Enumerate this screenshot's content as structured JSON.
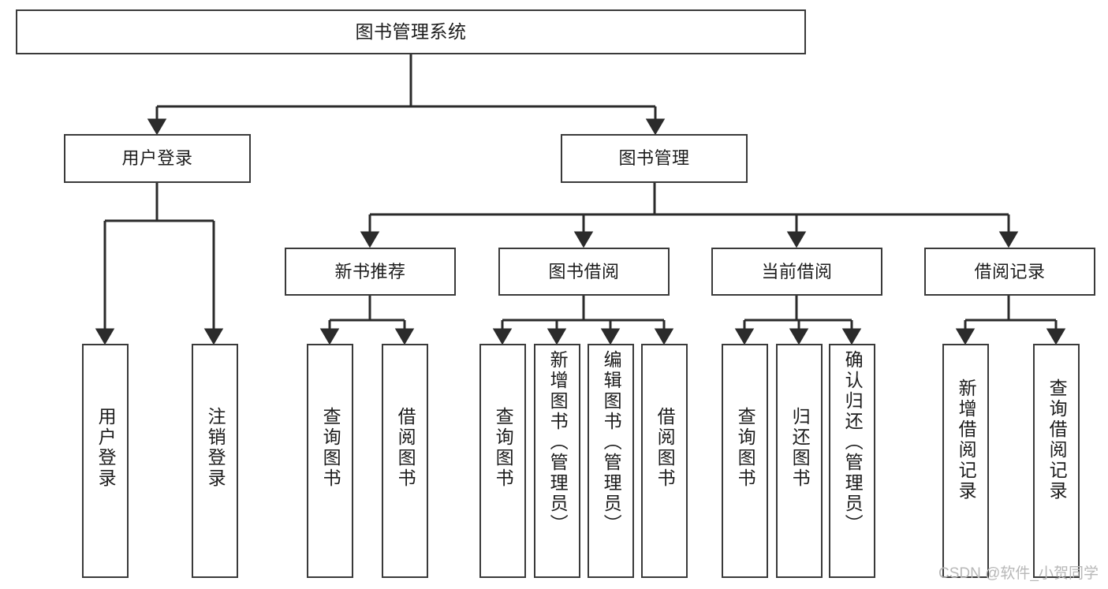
{
  "diagram": {
    "type": "tree-hierarchy",
    "title": "图书管理系统",
    "watermark": "CSDN @软件_小贺同学",
    "colors": {
      "box_border": "#3a3a3a",
      "box_fill": "#ffffff",
      "connector": "#2b2b2b",
      "text": "#1c1c1c",
      "watermark": "#b8b8b8"
    },
    "levels": {
      "level1": [
        {
          "id": "root",
          "label": "图书管理系统",
          "orientation": "horizontal"
        }
      ],
      "level2": [
        {
          "id": "user-login",
          "label": "用户登录",
          "orientation": "horizontal"
        },
        {
          "id": "book-manage",
          "label": "图书管理",
          "orientation": "horizontal"
        }
      ],
      "level3": [
        {
          "id": "new-book-rec",
          "label": "新书推荐",
          "orientation": "horizontal"
        },
        {
          "id": "book-borrow",
          "label": "图书借阅",
          "orientation": "horizontal"
        },
        {
          "id": "current-borrow",
          "label": "当前借阅",
          "orientation": "horizontal"
        },
        {
          "id": "borrow-record",
          "label": "借阅记录",
          "orientation": "horizontal"
        }
      ],
      "level4": [
        {
          "id": "leaf-user-login",
          "label": "用户登录",
          "parent": "user-login",
          "orientation": "vertical"
        },
        {
          "id": "leaf-logout",
          "label": "注销登录",
          "parent": "user-login",
          "orientation": "vertical"
        },
        {
          "id": "leaf-query-book-1",
          "label": "查询图书",
          "parent": "new-book-rec",
          "orientation": "vertical"
        },
        {
          "id": "leaf-borrow-book-1",
          "label": "借阅图书",
          "parent": "new-book-rec",
          "orientation": "vertical"
        },
        {
          "id": "leaf-query-book-2",
          "label": "查询图书",
          "parent": "book-borrow",
          "orientation": "vertical"
        },
        {
          "id": "leaf-add-book",
          "label": "新增图书（管理员）",
          "parent": "book-borrow",
          "orientation": "vertical"
        },
        {
          "id": "leaf-edit-book",
          "label": "编辑图书（管理员）",
          "parent": "book-borrow",
          "orientation": "vertical"
        },
        {
          "id": "leaf-borrow-book-2",
          "label": "借阅图书",
          "parent": "book-borrow",
          "orientation": "vertical"
        },
        {
          "id": "leaf-query-book-3",
          "label": "查询图书",
          "parent": "current-borrow",
          "orientation": "vertical"
        },
        {
          "id": "leaf-return-book",
          "label": "归还图书",
          "parent": "current-borrow",
          "orientation": "vertical"
        },
        {
          "id": "leaf-confirm-return",
          "label": "确认归还（管理员）",
          "parent": "current-borrow",
          "orientation": "vertical"
        },
        {
          "id": "leaf-add-record",
          "label": "新增借阅记录",
          "parent": "borrow-record",
          "orientation": "vertical"
        },
        {
          "id": "leaf-query-record",
          "label": "查询借阅记录",
          "parent": "borrow-record",
          "orientation": "vertical"
        }
      ]
    }
  }
}
